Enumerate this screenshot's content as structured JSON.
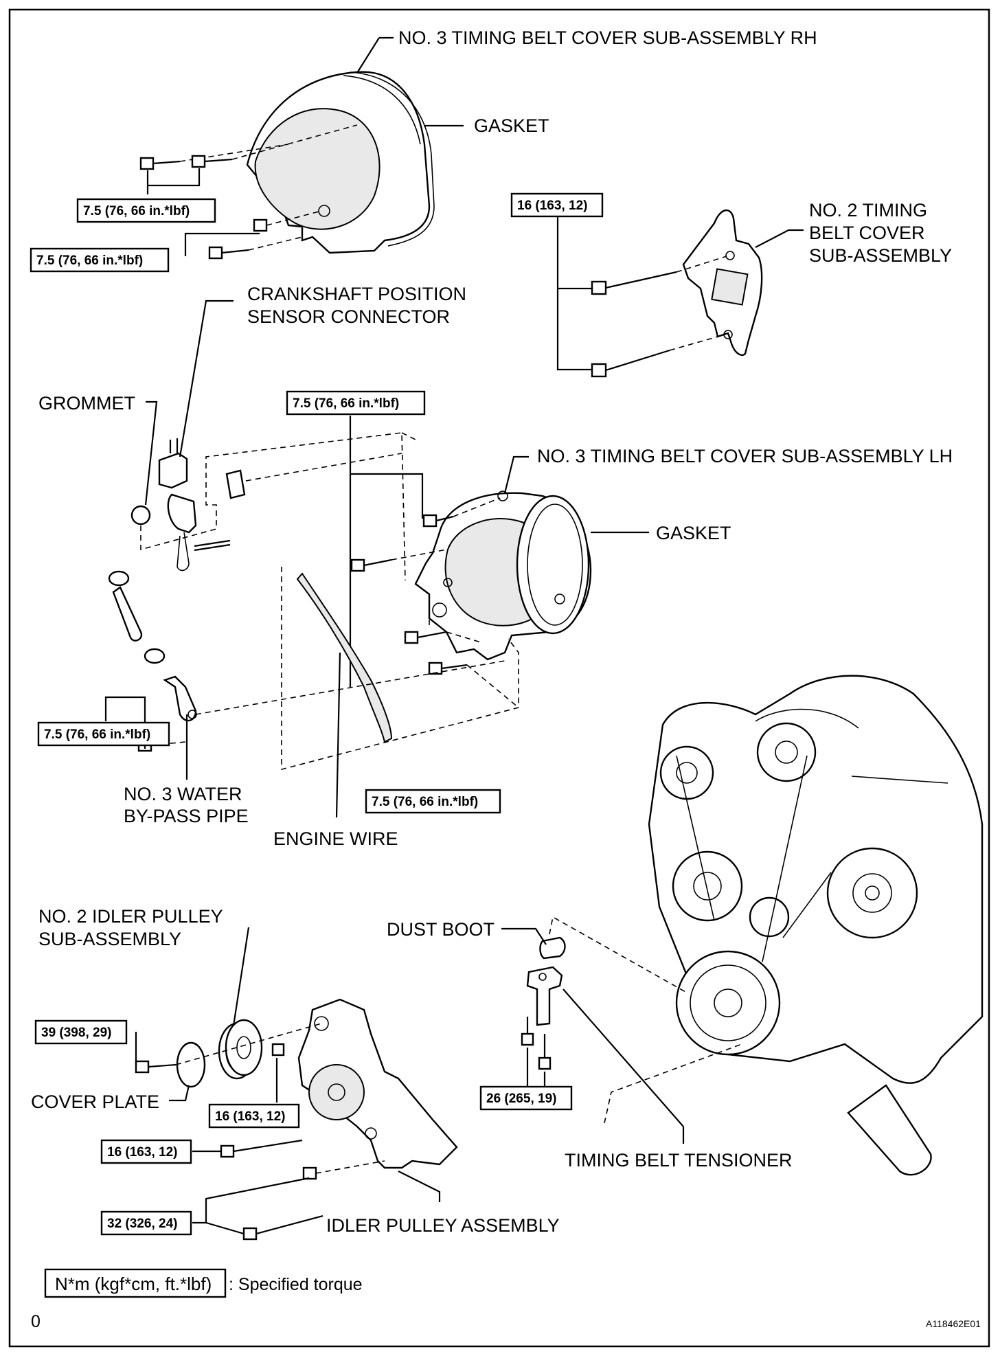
{
  "labels": {
    "cover_rh": "NO. 3 TIMING BELT COVER SUB-ASSEMBLY RH",
    "gasket_top": "GASKET",
    "cover_no2_l1": "NO. 2 TIMING",
    "cover_no2_l2": "BELT COVER",
    "cover_no2_l3": "SUB-ASSEMBLY",
    "crank_l1": "CRANKSHAFT POSITION",
    "crank_l2": "SENSOR CONNECTOR",
    "grommet": "GROMMET",
    "cover_lh": "NO. 3 TIMING BELT COVER SUB-ASSEMBLY LH",
    "gasket_mid": "GASKET",
    "water_l1": "NO. 3 WATER",
    "water_l2": "BY-PASS PIPE",
    "engine_wire": "ENGINE WIRE",
    "idler2_l1": "NO. 2 IDLER PULLEY",
    "idler2_l2": "SUB-ASSEMBLY",
    "dust_boot": "DUST BOOT",
    "cover_plate": "COVER PLATE",
    "tensioner": "TIMING BELT TENSIONER",
    "idler_assy": "IDLER PULLEY ASSEMBLY",
    "legend_box": "N*m (kgf*cm, ft.*lbf)",
    "legend_text": ": Specified torque",
    "page_mark": "0",
    "ref_code": "A118462E01"
  },
  "torques": {
    "t1": "7.5 (76, 66 in.*lbf)",
    "t2": "7.5 (76, 66 in.*lbf)",
    "t3": "16 (163, 12)",
    "t4": "7.5 (76, 66 in.*lbf)",
    "t5": "7.5 (76, 66 in.*lbf)",
    "t6": "7.5 (76, 66 in.*lbf)",
    "t7": "39 (398, 29)",
    "t8": "16 (163, 12)",
    "t9": "16 (163, 12)",
    "t10": "26 (265, 19)",
    "t11": "32 (326, 24)"
  }
}
